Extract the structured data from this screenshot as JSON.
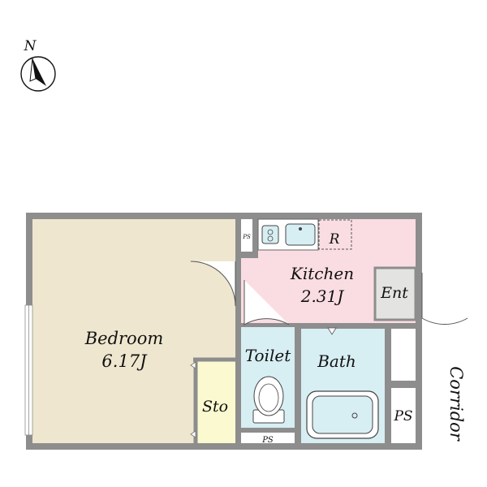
{
  "compass": {
    "north_label": "N"
  },
  "rooms": {
    "bedroom": {
      "name": "Bedroom",
      "size": "6.17J"
    },
    "kitchen": {
      "name": "Kitchen",
      "size": "2.31J"
    },
    "toilet": {
      "name": "Toilet"
    },
    "bath": {
      "name": "Bath"
    },
    "storage": {
      "name": "Sto"
    },
    "entrance": {
      "name": "Ent"
    },
    "refrigerator": {
      "name": "R"
    },
    "ps_top": {
      "name": "PS"
    },
    "ps_bottom": {
      "name": "PS"
    },
    "ps_right": {
      "name": "PS"
    }
  },
  "corridor": {
    "label": "Corridor"
  },
  "colors": {
    "bedroom": "#efe6cf",
    "kitchen": "#fadde2",
    "wet": "#d7eef3",
    "storage": "#fbf9cf",
    "entrance": "#e3e3e1",
    "wall": "#8d8d8d"
  }
}
